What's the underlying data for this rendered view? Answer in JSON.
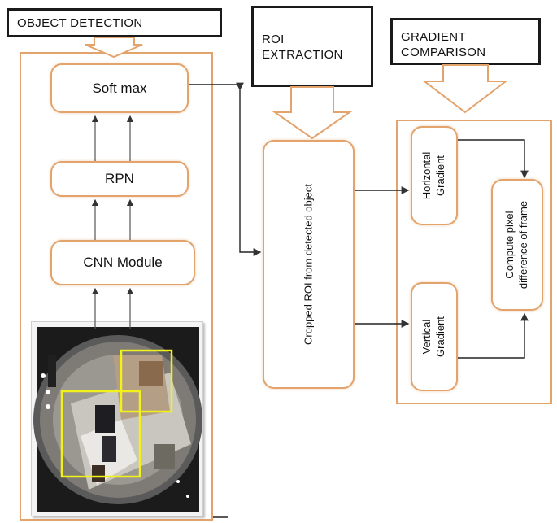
{
  "headers": {
    "object_detection": "OBJECT DETECTION",
    "roi_extraction_line1": "ROI",
    "roi_extraction_line2": "EXTRACTION",
    "gradient_comparison_line1": "GRADIENT",
    "gradient_comparison_line2": "COMPARISON"
  },
  "nodes": {
    "softmax": "Soft max",
    "rpn": "RPN",
    "cnn": "CNN Module",
    "cropped_roi": "Cropped ROI from detected object",
    "horizontal_line1": "Horizontal",
    "horizontal_line2": "Gradient",
    "vertical_line1": "Vertical",
    "vertical_line2": "Gradient",
    "compute_line1": "Compute pixel",
    "compute_line2": "difference of frame"
  },
  "colors": {
    "panel_border": "#e3a36c",
    "header_border": "#1a1a1a",
    "detection_box": "#f2f21a",
    "arrow": "#333333"
  },
  "icons": {
    "arrow_down": "chevron-down-arrow",
    "connector": "arrow-head"
  }
}
